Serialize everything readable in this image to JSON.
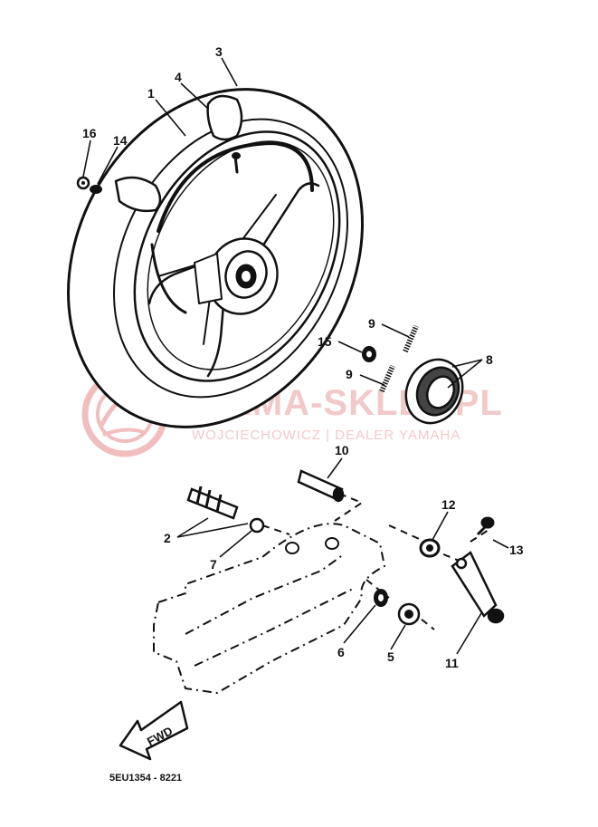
{
  "watermark": {
    "title": "YAMA-SKLEP.PL",
    "subtitle": "WOJCIECHOWICZ | DEALER YAMAHA"
  },
  "callouts": [
    "1",
    "2",
    "3",
    "4",
    "5",
    "6",
    "7",
    "8",
    "9",
    "9",
    "10",
    "11",
    "12",
    "13",
    "14",
    "15",
    "16"
  ],
  "fwd_label": "FWD",
  "diagram_code": "5EU1354 - 8221"
}
